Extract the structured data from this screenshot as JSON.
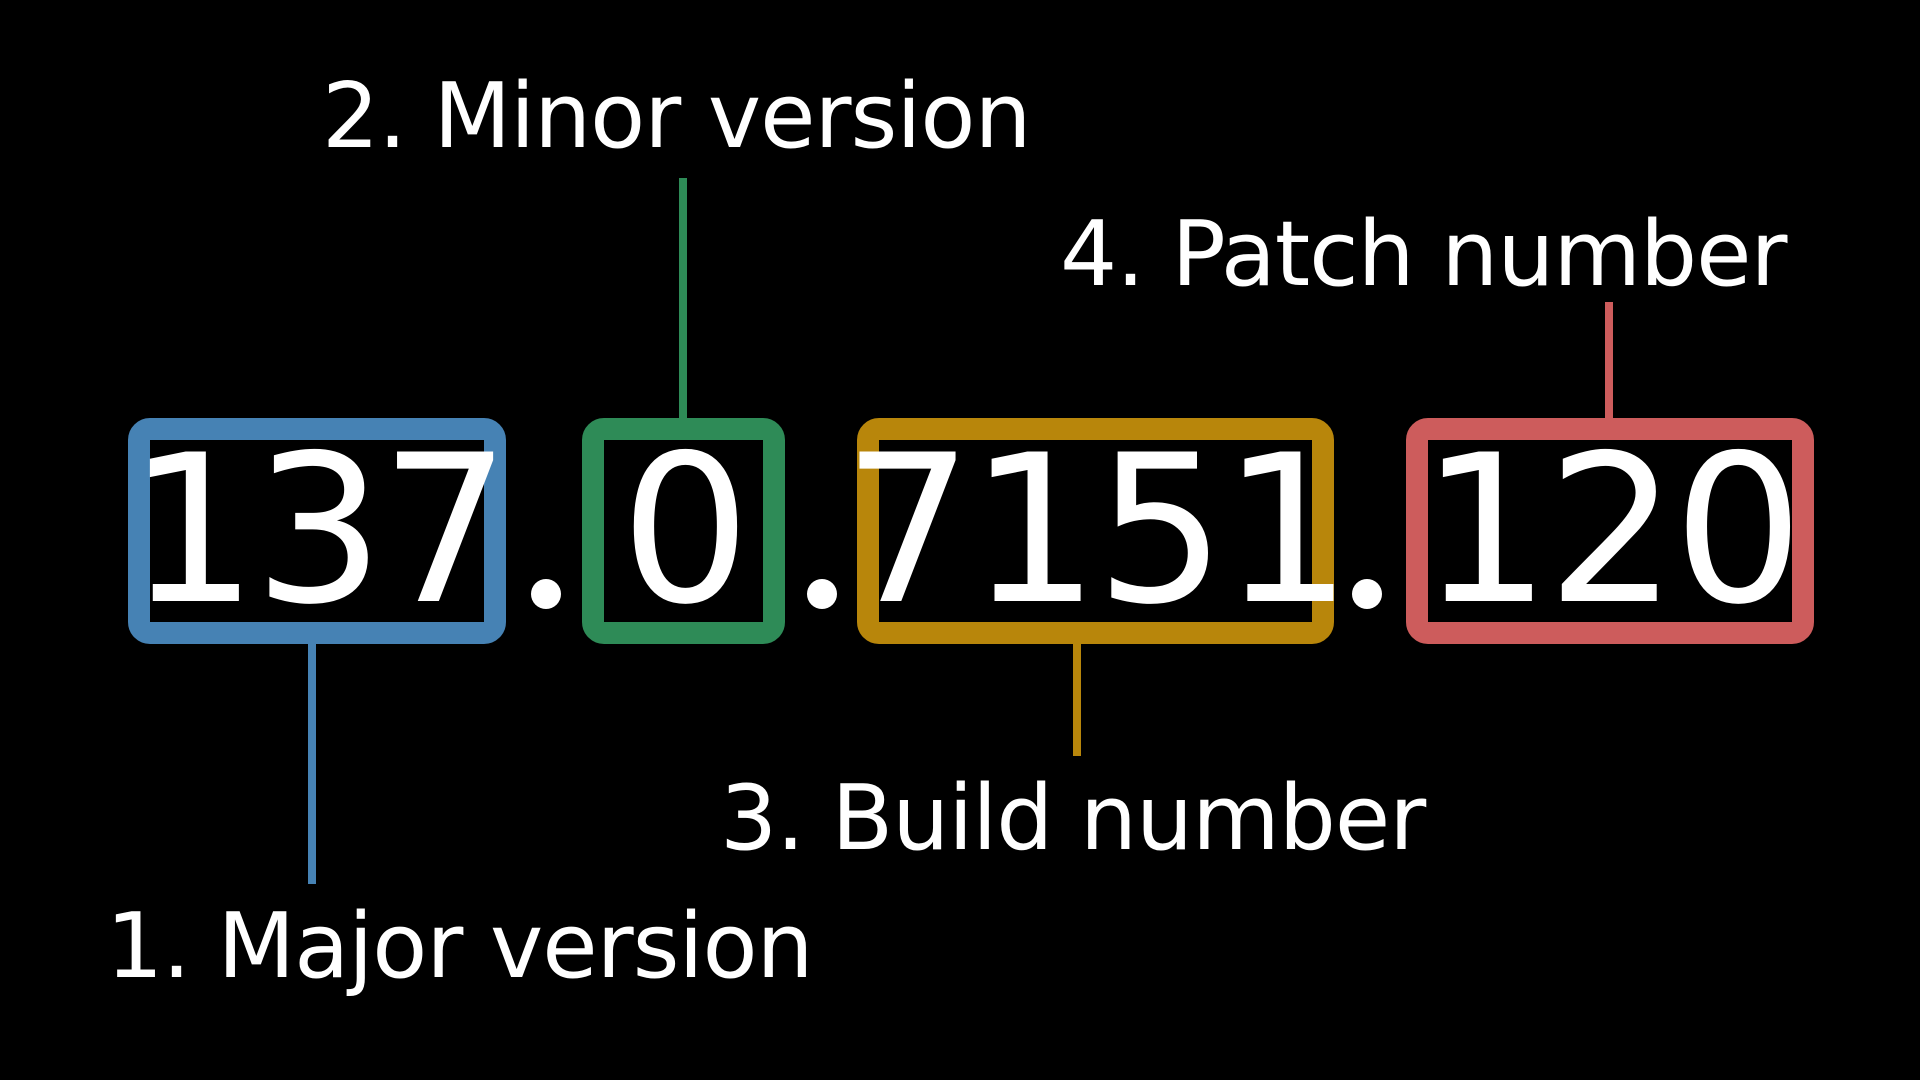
{
  "segments": [
    {
      "value": "137",
      "label": "1. Major version",
      "color": "#4682b4"
    },
    {
      "value": "0",
      "label": "2. Minor version",
      "color": "#2e8b57"
    },
    {
      "value": "7151",
      "label": "3. Build number",
      "color": "#b8860b"
    },
    {
      "value": "120",
      "label": "4. Patch number",
      "color": "#cd5c5c"
    }
  ],
  "separator": "."
}
